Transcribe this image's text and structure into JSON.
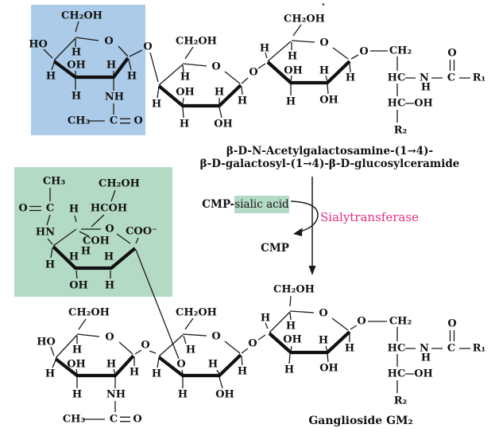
{
  "colors": {
    "highlight_blue": "#abcbe8",
    "highlight_green": "#b3dac5",
    "enzyme_pink": "#e62e82",
    "ink": "#131313",
    "background": "#ffffff"
  },
  "captions": {
    "substrate_line1": "β-D-N-Acetylgalactosamine-(1→4)-",
    "substrate_line2": "β-D-galactosyl-(1→4)-β-D-glucosylceramide",
    "product": "Ganglioside GM₂"
  },
  "reaction": {
    "cofactor_prefix": "CMP-",
    "cofactor": "sialic acid",
    "enzyme": "Sialytransferase",
    "byproduct": "CMP"
  },
  "atom_labels": [
    [
      "CH₂OH",
      103,
      20
    ],
    [
      "HO",
      48,
      56
    ],
    [
      "H",
      96,
      66
    ],
    [
      "OH",
      96,
      82
    ],
    [
      "H",
      140,
      82
    ],
    [
      "H",
      166,
      96
    ],
    [
      "H",
      64,
      96
    ],
    [
      "H",
      96,
      121
    ],
    [
      "NH",
      144,
      122
    ],
    [
      "CH₃",
      99,
      152
    ],
    [
      "C",
      143,
      152
    ],
    [
      "O",
      174,
      152
    ],
    [
      "O",
      137,
      52
    ],
    [
      "O",
      186,
      59
    ],
    [
      "CH₂OH",
      247,
      52
    ],
    [
      "H",
      233,
      97
    ],
    [
      "OH",
      233,
      116
    ],
    [
      "H",
      276,
      116
    ],
    [
      "H",
      305,
      127
    ],
    [
      "H",
      197,
      131
    ],
    [
      "H",
      232,
      156
    ],
    [
      "OH",
      281,
      156
    ],
    [
      "O",
      272,
      84
    ],
    [
      "O",
      319,
      91
    ],
    [
      "H",
      333,
      61
    ],
    [
      "CH₂OH",
      383,
      24
    ],
    [
      "H",
      368,
      71
    ],
    [
      "OH",
      369,
      89
    ],
    [
      "H",
      408,
      89
    ],
    [
      "H",
      441,
      98
    ],
    [
      "OH",
      414,
      126
    ],
    [
      "H",
      366,
      128
    ],
    [
      "O",
      408,
      54
    ],
    [
      "O",
      458,
      65
    ],
    [
      "CH₂",
      504,
      64
    ],
    [
      "HC",
      499,
      98
    ],
    [
      "N",
      534,
      98
    ],
    [
      "H",
      536,
      110
    ],
    [
      "C",
      568,
      98
    ],
    [
      "O",
      569,
      67
    ],
    [
      "R₁",
      603,
      98
    ],
    [
      "HC",
      499,
      130
    ],
    [
      "OH",
      533,
      130
    ],
    [
      "R₂",
      504,
      164
    ],
    [
      "CH₃",
      68,
      228
    ],
    [
      "CH₂OH",
      150,
      231
    ],
    [
      "O",
      29,
      262
    ],
    [
      "C",
      63,
      262
    ],
    [
      "H",
      93,
      263
    ],
    [
      "HCOH",
      137,
      262
    ],
    [
      "HN",
      57,
      292
    ],
    [
      "O",
      138,
      288
    ],
    [
      "COO⁻",
      178,
      291
    ],
    [
      "COH",
      121,
      303
    ],
    [
      "H",
      108,
      316
    ],
    [
      "H",
      93,
      323
    ],
    [
      "H",
      137,
      323
    ],
    [
      "H",
      63,
      333
    ],
    [
      "OH",
      99,
      359
    ],
    [
      "H",
      138,
      359
    ],
    [
      "CH₂OH",
      112,
      393
    ],
    [
      "HO",
      58,
      430
    ],
    [
      "H",
      97,
      440
    ],
    [
      "OH",
      96,
      458
    ],
    [
      "H",
      140,
      458
    ],
    [
      "H",
      169,
      468
    ],
    [
      "H",
      63,
      470
    ],
    [
      "H",
      97,
      496
    ],
    [
      "NH",
      146,
      496
    ],
    [
      "CH₃",
      93,
      527
    ],
    [
      "C",
      143,
      527
    ],
    [
      "O",
      173,
      527
    ],
    [
      "O",
      138,
      424
    ],
    [
      "O",
      183,
      434
    ],
    [
      "CH₂OH",
      247,
      393
    ],
    [
      "H",
      240,
      440
    ],
    [
      "O",
      228,
      458
    ],
    [
      "H",
      268,
      458
    ],
    [
      "H",
      305,
      467
    ],
    [
      "H",
      197,
      470
    ],
    [
      "H",
      230,
      496
    ],
    [
      "OH",
      283,
      496
    ],
    [
      "O",
      272,
      423
    ],
    [
      "O",
      318,
      432
    ],
    [
      "H",
      334,
      400
    ],
    [
      "CH₂OH",
      370,
      364
    ],
    [
      "H",
      366,
      410
    ],
    [
      "OH",
      368,
      427
    ],
    [
      "H",
      407,
      428
    ],
    [
      "H",
      440,
      438
    ],
    [
      "OH",
      414,
      463
    ],
    [
      "H",
      364,
      465
    ],
    [
      "O",
      407,
      394
    ],
    [
      "O",
      455,
      404
    ],
    [
      "CH₂",
      504,
      404
    ],
    [
      "HC",
      499,
      438
    ],
    [
      "N",
      534,
      438
    ],
    [
      "H",
      536,
      450
    ],
    [
      "C",
      568,
      438
    ],
    [
      "O",
      569,
      407
    ],
    [
      "R₁",
      603,
      438
    ],
    [
      "HC",
      499,
      470
    ],
    [
      "OH",
      533,
      470
    ],
    [
      "R₂",
      504,
      504
    ]
  ]
}
